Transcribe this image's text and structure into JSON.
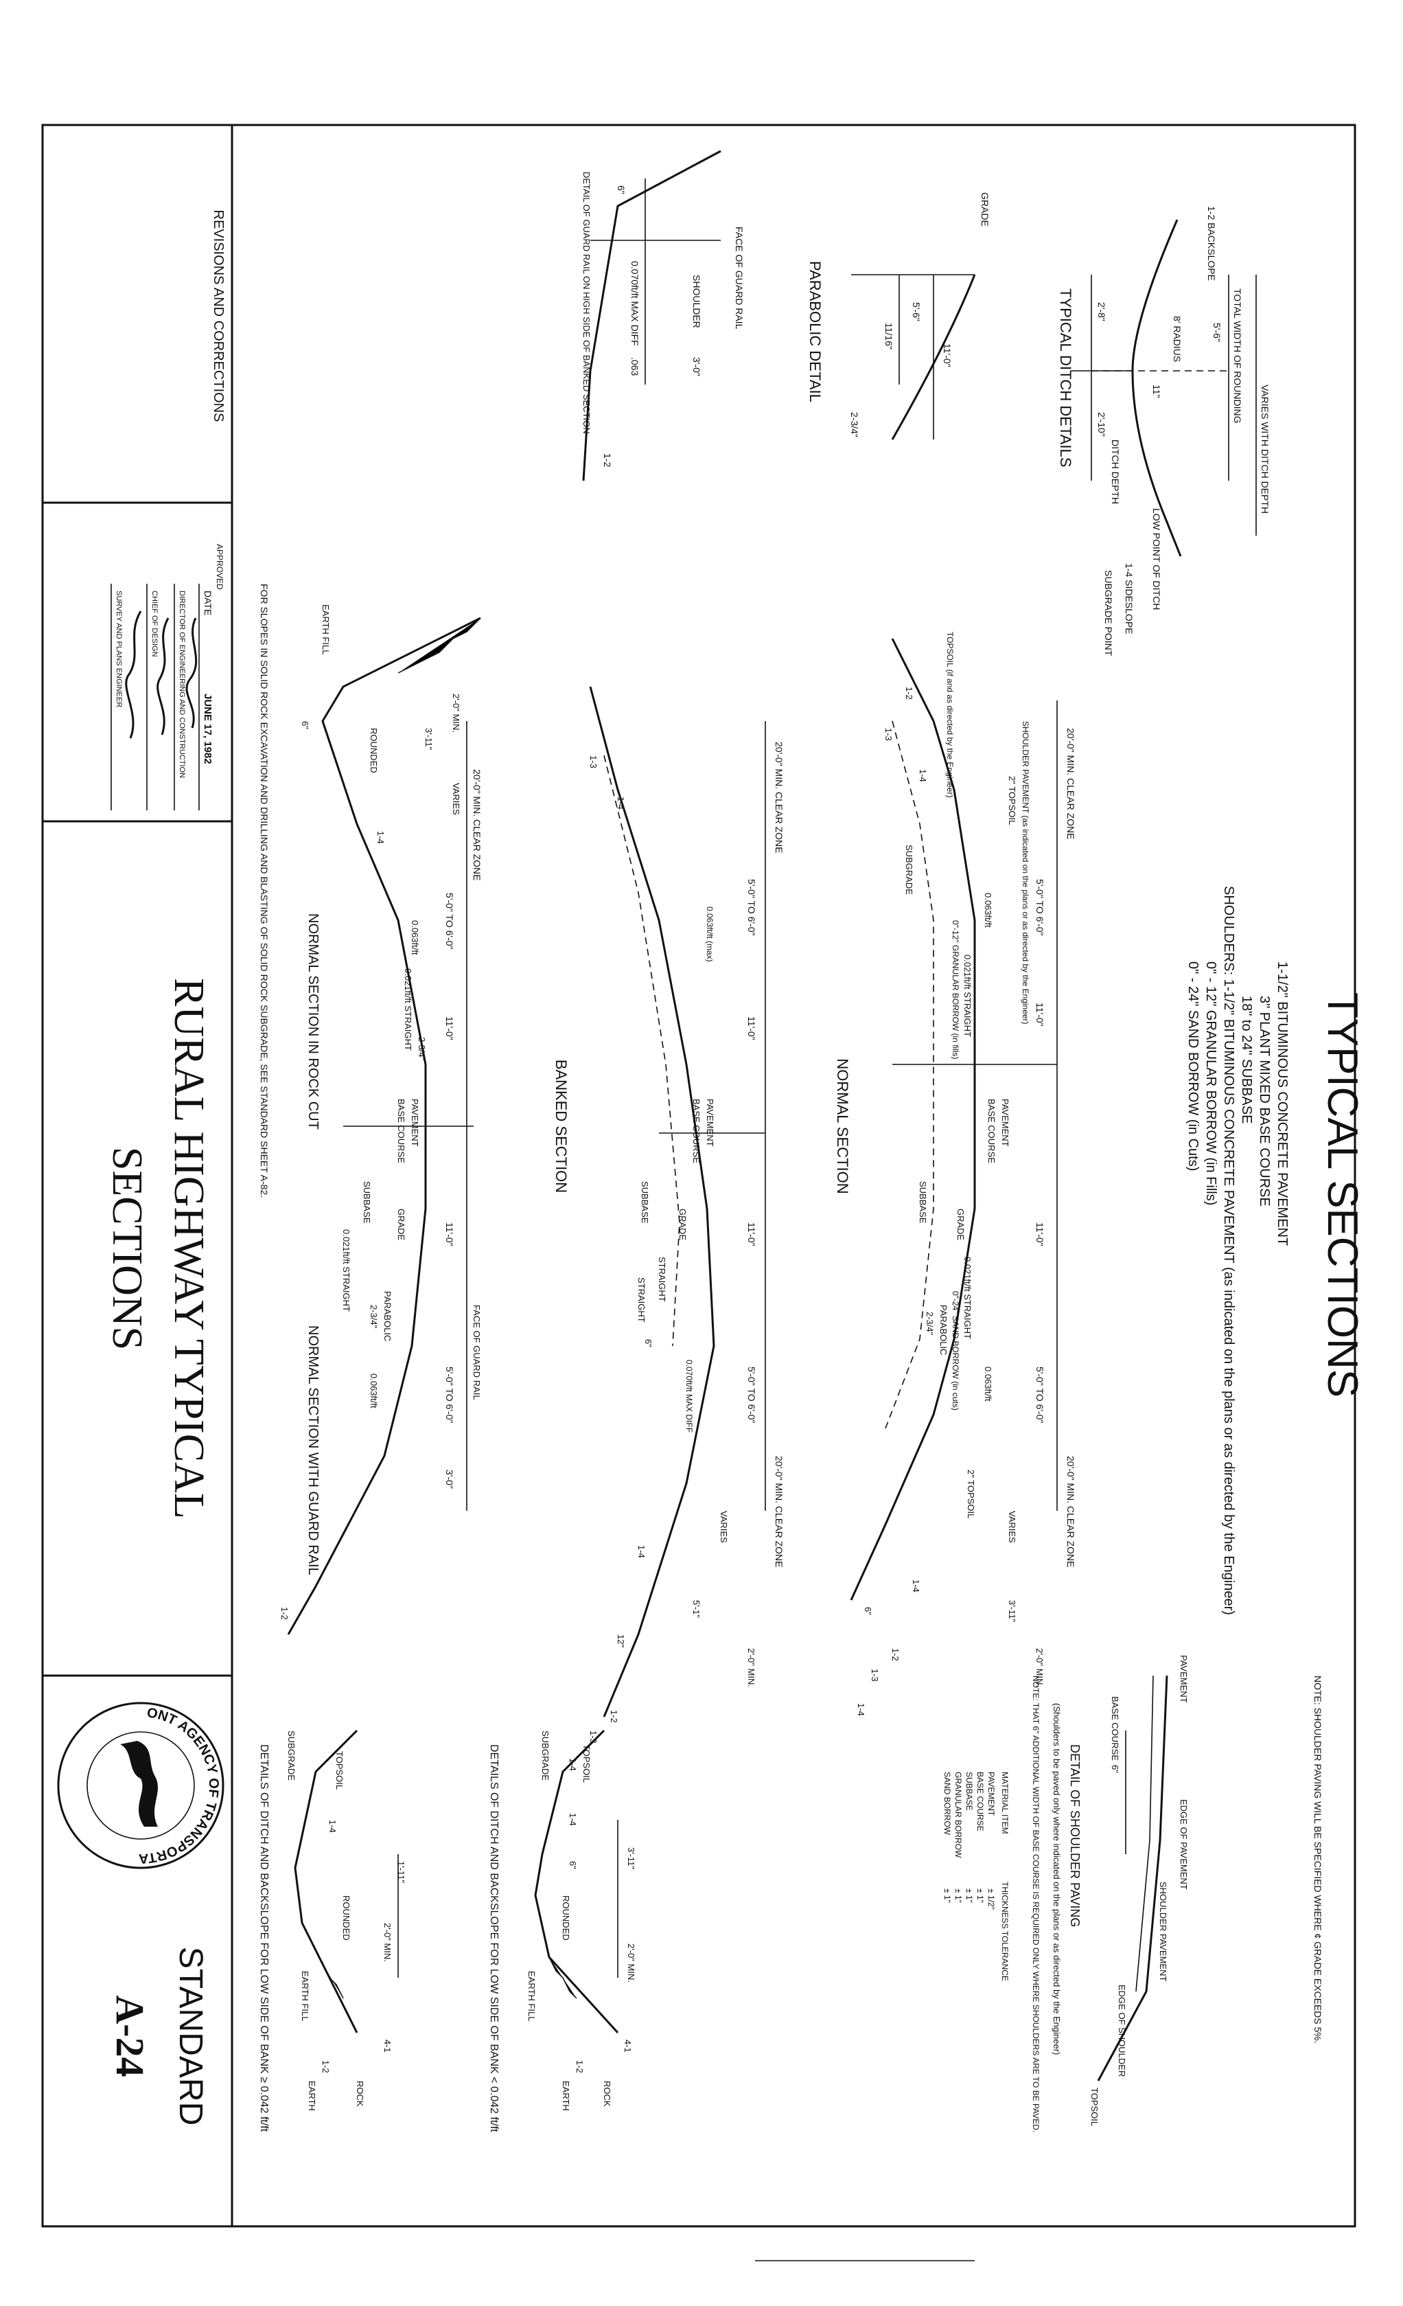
{
  "title_block": {
    "revisions_label": "REVISIONS AND CORRECTIONS",
    "approved_label": "APPROVED",
    "date_label": "DATE",
    "date_value": "JUNE 17, 1982",
    "signers": [
      "DIRECTOR OF ENGINEERING AND CONSTRUCTION",
      "CHIEF OF DESIGN",
      "SURVEY AND PLANS ENGINEER"
    ],
    "sheet_title_line1": "RURAL HIGHWAY TYPICAL",
    "sheet_title_line2": "SECTIONS",
    "agency_seal": "VERMONT AGENCY OF TRANSPORTATION",
    "standard_label": "STANDARD",
    "standard_number": "A-24"
  },
  "main_title": "TYPICAL SECTIONS",
  "materials": [
    "1-1/2\" BITUMINOUS CONCRETE PAVEMENT",
    "3\" PLANT MIXED BASE COURSE",
    "18\" to 24\" SUBBASE",
    "SHOULDERS: 1-1/2\" BITUMINOUS CONCRETE PAVEMENT (as indicated on the plans or as directed by the Engineer)",
    "0\" - 12\" GRANULAR BORROW (in Fills)",
    "0\" - 24\" SAND BORROW (in Cuts)"
  ],
  "materials_note": "as indicated on the plans or as directed by the Engineer",
  "note": "NOTE: SHOULDER PAVING WILL BE SPECIFIED WHERE ¢ GRADE EXCEEDS 5%.",
  "ditch_details": {
    "title": "TYPICAL DITCH DETAILS",
    "labels": [
      "VARIES WITH DITCH DEPTH",
      "TOTAL WIDTH OF ROUNDING",
      "1-2 BACKSLOPE",
      "8' RADIUS",
      "LOW POINT OF DITCH",
      "1-4 SIDESLOPE",
      "SUBGRADE POINT",
      "DITCH DEPTH",
      "2'-8\"",
      "2'-10\"",
      "5'-6\"",
      "11\""
    ]
  },
  "parabolic_detail": {
    "title": "PARABOLIC DETAIL",
    "labels": [
      "GRADE",
      "11'-0\"",
      "5'-6\"",
      "11/16\"",
      "2-3/4\""
    ]
  },
  "guard_rail_detail": {
    "title": "DETAIL OF GUARD RAIL ON HIGH SIDE OF BANKED SECTION",
    "labels": [
      "FACE OF GUARD RAIL",
      "SHOULDER",
      "3'-0\"",
      "6\"",
      "0.070ft/ft MAX DIFF",
      ".063",
      "1-2"
    ]
  },
  "sections": [
    {
      "title": "NORMAL SECTION",
      "labels": [
        "20'-0\" MIN. CLEAR ZONE",
        "5'-0\" TO 6'-0\"",
        "11'-0\"",
        "11'-0\"",
        "5'-0\" TO 6'-0\"",
        "20'-0\" MIN. CLEAR ZONE",
        "2'-0\" MIN.",
        "3'-11\"",
        "VARIES",
        "0.063ft/ft",
        "0.021ft/ft STRAIGHT",
        "0.021ft/ft STRAIGHT",
        "0.063ft/ft",
        "2\" TOPSOIL",
        "2\" TOPSOIL",
        "PAVEMENT",
        "BASE COURSE",
        "SUBBASE",
        "GRADE",
        "PARABOLIC",
        "2-3/4\"",
        "SUBGRADE",
        "0\"-12\" GRANULAR BORROW (in fills)",
        "0\"-24\" SAND BORROW (in cuts)",
        "SHOULDER PAVEMENT (as indicated on the plans or as directed by the Engineer)",
        "TOPSOIL (if and as directed by the Engineer)",
        "1-2",
        "1-3",
        "1-4",
        "1-4",
        "1-3",
        "1-2",
        "1-4",
        "6\""
      ]
    },
    {
      "title": "BANKED SECTION",
      "labels": [
        "20'-0\" MIN. CLEAR ZONE",
        "5'-0\" TO 6'-0\"",
        "11'-0\"",
        "11'-0\"",
        "5'-0\" TO 6'-0\"",
        "20'-0\" MIN. CLEAR ZONE",
        "VARIES",
        "5'-1\"",
        "2'-0\" MIN.",
        "0.070ft/ft MAX DIFF",
        "0.063ft/ft (max)",
        "PAVEMENT",
        "BASE COURSE",
        "SUBBASE",
        "GRADE",
        "STRAIGHT",
        "STRAIGHT",
        "1-4",
        "1-3",
        "1-4",
        "1-2",
        "1-3",
        "1-4",
        "12\"",
        "6\""
      ]
    },
    {
      "title": "NORMAL SECTION IN ROCK CUT",
      "labels": [
        "2'-0\" MIN.",
        "3'-11\"",
        "20'-0\" MIN. CLEAR ZONE",
        "VARIES",
        "5'-0\" TO 6'-0\"",
        "11'-0\"",
        "ROUNDED",
        "EARTH FILL",
        "6\"",
        "1-4",
        "0.063ft/ft",
        "0.021ft/ft STRAIGHT",
        "2-3/4\"",
        "PAVEMENT",
        "BASE COURSE"
      ]
    },
    {
      "title": "NORMAL SECTION WITH GUARD RAIL",
      "labels": [
        "11'-0\"",
        "FACE OF GUARD RAIL",
        "5'-0\" TO 6'-0\"",
        "3'-0\"",
        "SUBBASE",
        "GRADE",
        "PARABOLIC",
        "2-3/4\"",
        "0.021ft/ft STRAIGHT",
        "0.063ft/ft",
        "1-2"
      ]
    }
  ],
  "rock_note": "FOR SLOPES IN SOLID ROCK EXCAVATION AND DRILLING AND BLASTING OF SOLID ROCK SUBGRADE, SEE STANDARD SHEET A-82.",
  "shoulder_paving_detail": {
    "title": "DETAIL OF SHOULDER PAVING",
    "subtitle": "(Shoulders to be paved only where indicated on the plans or as directed by the Engineer)",
    "note": "NOTE: THAT 6\" ADDITIONAL WIDTH OF BASE COURSE IS REQUIRED ONLY WHERE SHOULDERS ARE TO BE PAVED.",
    "labels": [
      "PAVEMENT",
      "BASE COURSE",
      "6\"",
      "EDGE OF PAVEMENT",
      "SHOULDER PAVEMENT",
      "EDGE OF SHOULDER",
      "TOPSOIL"
    ],
    "table_headers": [
      "MATERIAL ITEM",
      "THICKNESS TOLERANCE"
    ],
    "table_rows": [
      [
        "PAVEMENT",
        "± 1/2\""
      ],
      [
        "BASE COURSE",
        "± 1\""
      ],
      [
        "SUBBASE",
        "± 1\""
      ],
      [
        "GRANULAR BORROW",
        "± 1\""
      ],
      [
        "SAND BORROW",
        "± 1\""
      ]
    ]
  },
  "ditch_backslope_low": {
    "title": "DETAILS OF DITCH AND BACKSLOPE FOR LOW SIDE OF BANK < 0.042 ft/ft",
    "labels": [
      "TOPSOIL",
      "SUBGRADE",
      "1-4",
      "3'-11\"",
      "2'-0\" MIN.",
      "ROUNDED",
      "6\"",
      "EARTH FILL",
      "ROCK",
      "4-1",
      "1-2",
      "EARTH"
    ]
  },
  "ditch_backslope_high": {
    "title": "DETAILS OF DITCH AND BACKSLOPE FOR LOW SIDE OF BANK ≥ 0.042 ft/ft",
    "labels": [
      "TOPSOIL",
      "SUBGRADE",
      "1-4",
      "1'-11\"",
      "2'-0\" MIN.",
      "ROUNDED",
      "EARTH FILL",
      "ROCK",
      "4-1",
      "1-2",
      "EARTH"
    ]
  }
}
